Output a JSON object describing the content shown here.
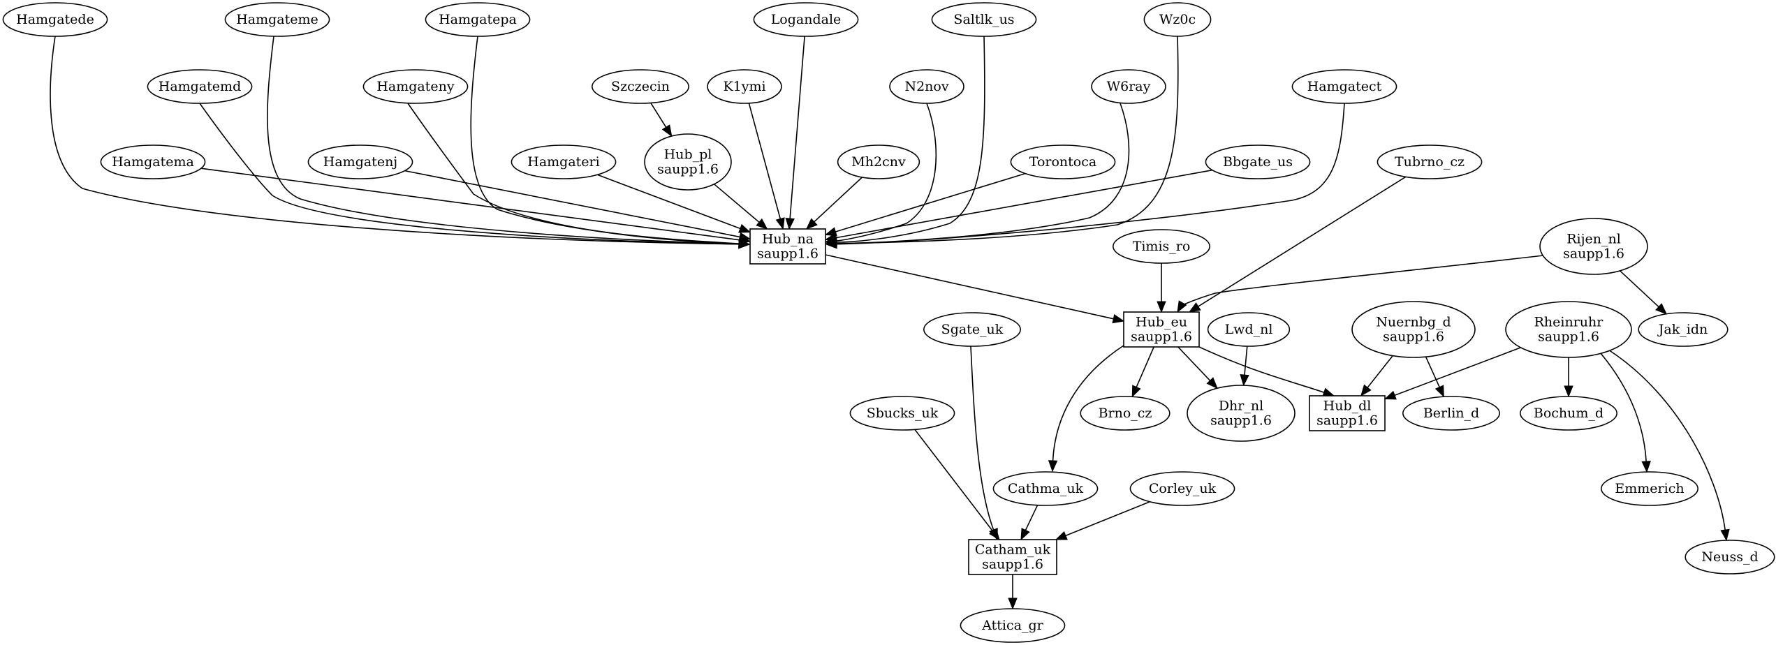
{
  "nodes": [
    {
      "id": "hamgatede",
      "shape": "ellipse",
      "lines": [
        "Hamgatede"
      ]
    },
    {
      "id": "hamgateme",
      "shape": "ellipse",
      "lines": [
        "Hamgateme"
      ]
    },
    {
      "id": "hamgatepa",
      "shape": "ellipse",
      "lines": [
        "Hamgatepa"
      ]
    },
    {
      "id": "logandale",
      "shape": "ellipse",
      "lines": [
        "Logandale"
      ]
    },
    {
      "id": "saltlk_us",
      "shape": "ellipse",
      "lines": [
        "Saltlk_us"
      ]
    },
    {
      "id": "wz0c",
      "shape": "ellipse",
      "lines": [
        "Wz0c"
      ]
    },
    {
      "id": "hamgatemd",
      "shape": "ellipse",
      "lines": [
        "Hamgatemd"
      ]
    },
    {
      "id": "hamgateny",
      "shape": "ellipse",
      "lines": [
        "Hamgateny"
      ]
    },
    {
      "id": "szczecin",
      "shape": "ellipse",
      "lines": [
        "Szczecin"
      ]
    },
    {
      "id": "k1ymi",
      "shape": "ellipse",
      "lines": [
        "K1ymi"
      ]
    },
    {
      "id": "n2nov",
      "shape": "ellipse",
      "lines": [
        "N2nov"
      ]
    },
    {
      "id": "w6ray",
      "shape": "ellipse",
      "lines": [
        "W6ray"
      ]
    },
    {
      "id": "hamgatect",
      "shape": "ellipse",
      "lines": [
        "Hamgatect"
      ]
    },
    {
      "id": "hamgatema",
      "shape": "ellipse",
      "lines": [
        "Hamgatema"
      ]
    },
    {
      "id": "hamgatenj",
      "shape": "ellipse",
      "lines": [
        "Hamgatenj"
      ]
    },
    {
      "id": "hamgateri",
      "shape": "ellipse",
      "lines": [
        "Hamgateri"
      ]
    },
    {
      "id": "hub_pl",
      "shape": "ellipse",
      "lines": [
        "Hub_pl",
        "saupp1.6"
      ]
    },
    {
      "id": "mh2cnv",
      "shape": "ellipse",
      "lines": [
        "Mh2cnv"
      ]
    },
    {
      "id": "torontoca",
      "shape": "ellipse",
      "lines": [
        "Torontoca"
      ]
    },
    {
      "id": "bbgate_us",
      "shape": "ellipse",
      "lines": [
        "Bbgate_us"
      ]
    },
    {
      "id": "tubrno_cz",
      "shape": "ellipse",
      "lines": [
        "Tubrno_cz"
      ]
    },
    {
      "id": "hub_na",
      "shape": "box",
      "lines": [
        "Hub_na",
        "saupp1.6"
      ]
    },
    {
      "id": "timis_ro",
      "shape": "ellipse",
      "lines": [
        "Timis_ro"
      ]
    },
    {
      "id": "rijen_nl",
      "shape": "ellipse",
      "lines": [
        "Rijen_nl",
        "saupp1.6"
      ]
    },
    {
      "id": "hub_eu",
      "shape": "box",
      "lines": [
        "Hub_eu",
        "saupp1.6"
      ]
    },
    {
      "id": "jak_idn",
      "shape": "ellipse",
      "lines": [
        "Jak_idn"
      ]
    },
    {
      "id": "sgate_uk",
      "shape": "ellipse",
      "lines": [
        "Sgate_uk"
      ]
    },
    {
      "id": "lwd_nl",
      "shape": "ellipse",
      "lines": [
        "Lwd_nl"
      ]
    },
    {
      "id": "nuernbg_d",
      "shape": "ellipse",
      "lines": [
        "Nuernbg_d",
        "saupp1.6"
      ]
    },
    {
      "id": "rheinruhr",
      "shape": "ellipse",
      "lines": [
        "Rheinruhr",
        "saupp1.6"
      ]
    },
    {
      "id": "brno_cz",
      "shape": "ellipse",
      "lines": [
        "Brno_cz"
      ]
    },
    {
      "id": "dhr_nl",
      "shape": "ellipse",
      "lines": [
        "Dhr_nl",
        "saupp1.6"
      ]
    },
    {
      "id": "hub_dl",
      "shape": "box",
      "lines": [
        "Hub_dl",
        "saupp1.6"
      ]
    },
    {
      "id": "berlin_d",
      "shape": "ellipse",
      "lines": [
        "Berlin_d"
      ]
    },
    {
      "id": "bochum_d",
      "shape": "ellipse",
      "lines": [
        "Bochum_d"
      ]
    },
    {
      "id": "sbucks_uk",
      "shape": "ellipse",
      "lines": [
        "Sbucks_uk"
      ]
    },
    {
      "id": "cathma_uk",
      "shape": "ellipse",
      "lines": [
        "Cathma_uk"
      ]
    },
    {
      "id": "corley_uk",
      "shape": "ellipse",
      "lines": [
        "Corley_uk"
      ]
    },
    {
      "id": "emmerich",
      "shape": "ellipse",
      "lines": [
        "Emmerich"
      ]
    },
    {
      "id": "catham_uk",
      "shape": "box",
      "lines": [
        "Catham_uk",
        "saupp1.6"
      ]
    },
    {
      "id": "neuss_d",
      "shape": "ellipse",
      "lines": [
        "Neuss_d"
      ]
    },
    {
      "id": "attica_gr",
      "shape": "ellipse",
      "lines": [
        "Attica_gr"
      ]
    }
  ],
  "edges": [
    {
      "from": "hamgatede",
      "to": "hub_na"
    },
    {
      "from": "hamgateme",
      "to": "hub_na"
    },
    {
      "from": "hamgatepa",
      "to": "hub_na"
    },
    {
      "from": "logandale",
      "to": "hub_na"
    },
    {
      "from": "saltlk_us",
      "to": "hub_na"
    },
    {
      "from": "wz0c",
      "to": "hub_na"
    },
    {
      "from": "hamgatemd",
      "to": "hub_na"
    },
    {
      "from": "hamgateny",
      "to": "hub_na"
    },
    {
      "from": "szczecin",
      "to": "hub_pl"
    },
    {
      "from": "k1ymi",
      "to": "hub_na"
    },
    {
      "from": "n2nov",
      "to": "hub_na"
    },
    {
      "from": "w6ray",
      "to": "hub_na"
    },
    {
      "from": "hamgatect",
      "to": "hub_na"
    },
    {
      "from": "hamgatema",
      "to": "hub_na"
    },
    {
      "from": "hamgatenj",
      "to": "hub_na"
    },
    {
      "from": "hamgateri",
      "to": "hub_na"
    },
    {
      "from": "hub_pl",
      "to": "hub_na"
    },
    {
      "from": "mh2cnv",
      "to": "hub_na"
    },
    {
      "from": "torontoca",
      "to": "hub_na"
    },
    {
      "from": "bbgate_us",
      "to": "hub_na"
    },
    {
      "from": "hub_na",
      "to": "hub_eu"
    },
    {
      "from": "tubrno_cz",
      "to": "hub_eu"
    },
    {
      "from": "timis_ro",
      "to": "hub_eu"
    },
    {
      "from": "rijen_nl",
      "to": "hub_eu"
    },
    {
      "from": "rijen_nl",
      "to": "jak_idn"
    },
    {
      "from": "hub_eu",
      "to": "brno_cz"
    },
    {
      "from": "hub_eu",
      "to": "dhr_nl"
    },
    {
      "from": "hub_eu",
      "to": "hub_dl"
    },
    {
      "from": "hub_eu",
      "to": "cathma_uk"
    },
    {
      "from": "lwd_nl",
      "to": "dhr_nl"
    },
    {
      "from": "nuernbg_d",
      "to": "hub_dl"
    },
    {
      "from": "nuernbg_d",
      "to": "berlin_d"
    },
    {
      "from": "rheinruhr",
      "to": "hub_dl"
    },
    {
      "from": "rheinruhr",
      "to": "bochum_d"
    },
    {
      "from": "rheinruhr",
      "to": "emmerich"
    },
    {
      "from": "rheinruhr",
      "to": "neuss_d"
    },
    {
      "from": "sgate_uk",
      "to": "catham_uk"
    },
    {
      "from": "sbucks_uk",
      "to": "catham_uk"
    },
    {
      "from": "cathma_uk",
      "to": "catham_uk"
    },
    {
      "from": "corley_uk",
      "to": "catham_uk"
    },
    {
      "from": "catham_uk",
      "to": "attica_gr"
    }
  ]
}
